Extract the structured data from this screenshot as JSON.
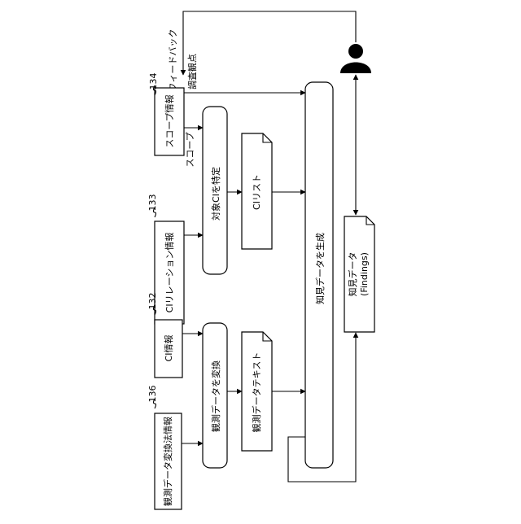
{
  "labels": {
    "feedback": "フィードバック",
    "viewpoint": "調査観点",
    "scope": "スコープ",
    "scope_info": "スコープ情報",
    "ci_relation_info": "CIリレーション情報",
    "ci_info": "CI情報",
    "obs_conv_info": "観測データ変換法情報",
    "identify_ci": "対象CIを特定",
    "convert_obs": "観測データを変換",
    "ci_list": "CIリスト",
    "obs_text": "観測データテキスト",
    "generate_findings": "知見データを生成",
    "findings_line1": "知見データ",
    "findings_line2": "(Findings)"
  },
  "refs": {
    "scope_info": "134",
    "ci_relation_info": "133",
    "ci_info": "132",
    "obs_conv_info": "136"
  }
}
